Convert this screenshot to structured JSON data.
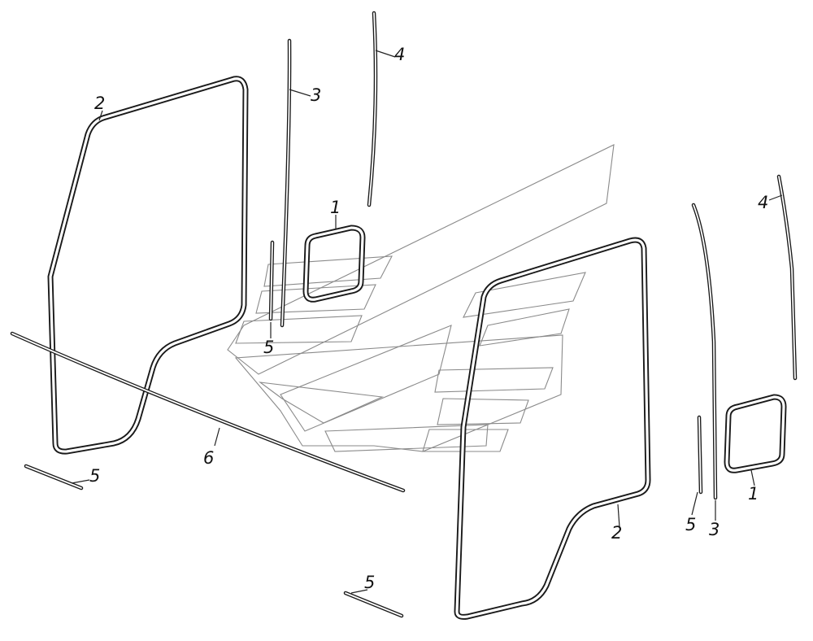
{
  "callouts": {
    "window_seal": "1",
    "door_seal": "2",
    "rear_channel_strip": "3",
    "front_channel_strip": "4",
    "short_strip": "5",
    "long_strip": "6"
  }
}
